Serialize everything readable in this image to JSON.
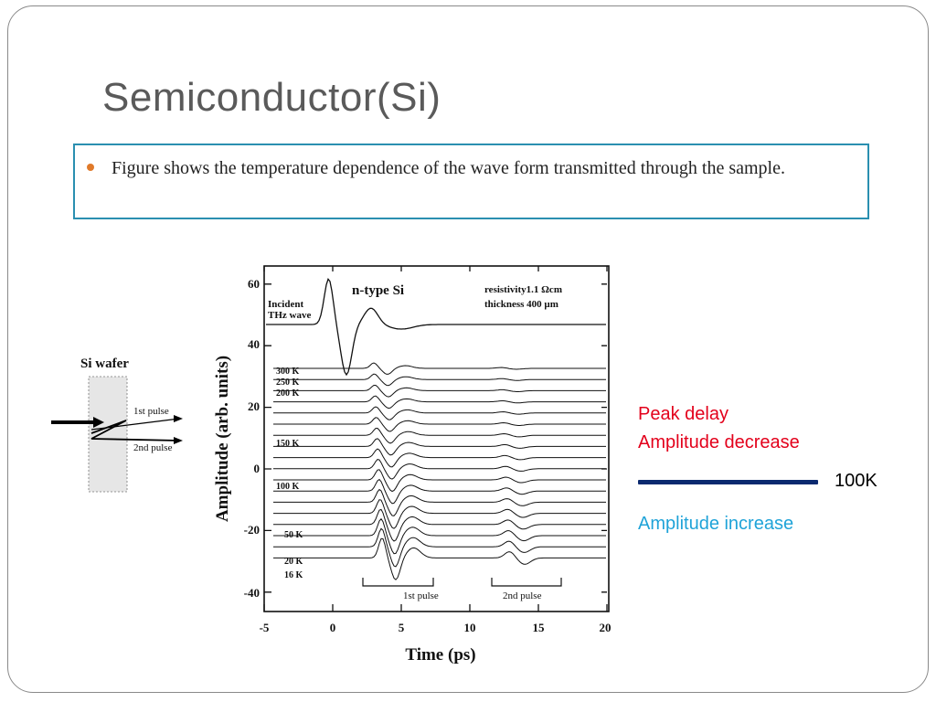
{
  "slide": {
    "title": "Semiconductor(Si)",
    "bullet": "Figure shows the temperature dependence  of  the wave form transmitted through the sample."
  },
  "figure": {
    "sample_label": "Si wafer",
    "pulse1_label": "1st  pulse",
    "pulse2_label": "2nd  pulse",
    "incident_label_1": "Incident",
    "incident_label_2": "THz wave",
    "material_label": "n-type Si",
    "resistivity_label": "resistivity1.1 Ωcm",
    "thickness_label": "thickness 400 µm",
    "temp_labels": [
      "300 K",
      "250 K",
      "200 K",
      "150 K",
      "100 K",
      "50 K",
      "20 K",
      "16 K"
    ],
    "bracket_1st": "1st  pulse",
    "bracket_2nd": "2nd  pulse",
    "y_axis_label": "Amplitude (arb. units)",
    "x_axis_label": "Time (ps)",
    "y_ticks": [
      "60",
      "40",
      "20",
      "0",
      "-20",
      "-40"
    ],
    "x_ticks": [
      "-5",
      "0",
      "5",
      "10",
      "15",
      "20"
    ]
  },
  "annotations": {
    "peak_delay": "Peak  delay",
    "amplitude_decrease": "Amplitude decrease",
    "legend_temp": "100K",
    "amplitude_increase": "Amplitude increase",
    "legend_line_color": "#0b2a6f",
    "red": "#e3001b",
    "blue": "#1fa3d8"
  }
}
